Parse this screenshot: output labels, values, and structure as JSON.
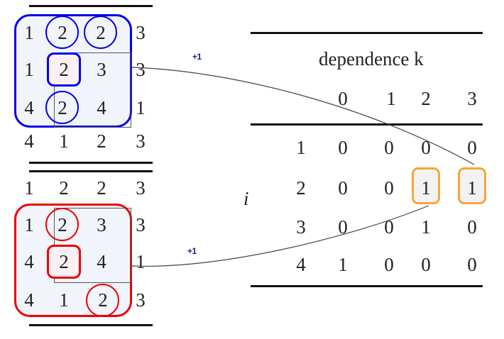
{
  "figure": {
    "kind": "algorithm-illustration",
    "connector_labels": [
      "+1",
      "+1"
    ]
  },
  "matrix_top": {
    "accent_color": "#0000ee",
    "col_header": [
      "4",
      "1",
      "2",
      "3"
    ],
    "rows": [
      [
        "1",
        "2",
        "2",
        "3"
      ],
      [
        "1",
        "2",
        "3",
        "3"
      ],
      [
        "4",
        "2",
        "4",
        "1"
      ]
    ],
    "circled_cells": [
      "r0c1",
      "r0c2",
      "r2c1"
    ],
    "pivot_cell": "r1c1",
    "subbox_label": "inner-submatrix"
  },
  "matrix_bottom": {
    "accent_color": "#ee0000",
    "col_header": [
      "1",
      "2",
      "2",
      "3"
    ],
    "rows": [
      [
        "1",
        "2",
        "3",
        "3"
      ],
      [
        "4",
        "2",
        "4",
        "1"
      ],
      [
        "4",
        "1",
        "2",
        "3"
      ]
    ],
    "circled_cells": [
      "r0c1",
      "r2c2"
    ],
    "pivot_cell": "r1c1",
    "subbox_label": "inner-submatrix"
  },
  "table": {
    "title": "dependence k",
    "row_axis_label": "i",
    "col_headers": [
      "0",
      "1",
      "2",
      "3"
    ],
    "row_headers": [
      "1",
      "2",
      "3",
      "4"
    ],
    "cells": [
      [
        "0",
        "0",
        "0",
        "0"
      ],
      [
        "0",
        "0",
        "1",
        "1"
      ],
      [
        "0",
        "0",
        "1",
        "0"
      ],
      [
        "1",
        "0",
        "0",
        "0"
      ]
    ],
    "highlighted_cells": [
      "r1c2",
      "r1c3"
    ],
    "highlight_color": "#f6a634"
  },
  "chart_data": {
    "type": "table",
    "title": "dependence k",
    "xlabel": "dependence k",
    "ylabel": "i",
    "categories": [
      "0",
      "1",
      "2",
      "3"
    ],
    "row_labels": [
      "1",
      "2",
      "3",
      "4"
    ],
    "values": [
      [
        0,
        0,
        0,
        0
      ],
      [
        0,
        0,
        1,
        1
      ],
      [
        0,
        0,
        1,
        0
      ],
      [
        1,
        0,
        0,
        0
      ]
    ]
  }
}
